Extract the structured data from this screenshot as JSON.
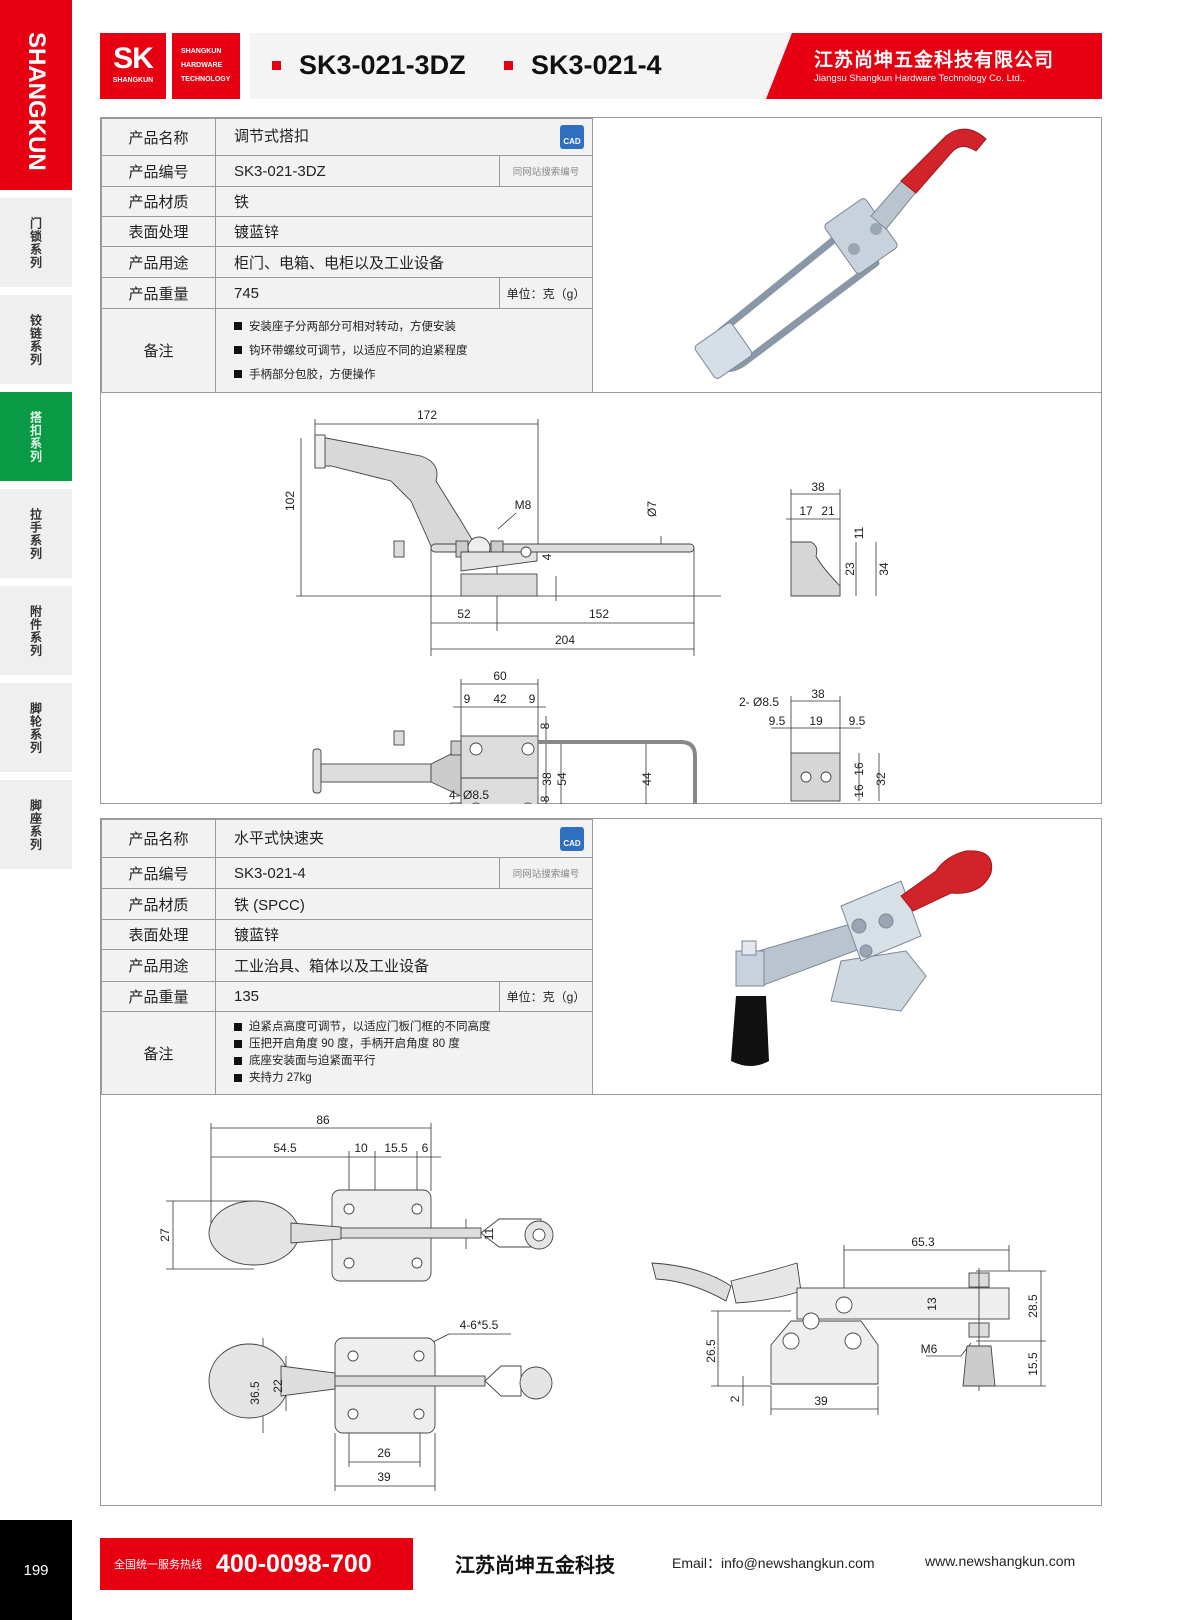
{
  "sidebar": {
    "brand": "SHANGKUN",
    "items": [
      "门锁系列",
      "铰链系列",
      "搭扣系列",
      "拉手系列",
      "附件系列",
      "脚轮系列",
      "脚座系列"
    ],
    "active_index": 2,
    "page_number": "199"
  },
  "header": {
    "logo_mark": "SK",
    "logo_sub": "SHANGKUN",
    "logo_lines": [
      "SHANGKUN",
      "HARDWARE",
      "TECHNOLOGY"
    ],
    "models": [
      "SK3-021-3DZ",
      "SK3-021-4"
    ],
    "company_cn": "江苏尚坤五金科技有限公司",
    "company_en": "Jiangsu Shangkun Hardware Technology Co. Ltd.."
  },
  "labels": {
    "name": "产品名称",
    "code": "产品编号",
    "material": "产品材质",
    "surface": "表面处理",
    "usage": "产品用途",
    "weight": "产品重量",
    "remarks": "备注",
    "search_note": "同网站搜索编号",
    "unit": "单位：克（g）",
    "cad": "CAD"
  },
  "products": [
    {
      "name": "调节式搭扣",
      "code": "SK3-021-3DZ",
      "material": "铁",
      "surface": "镀蓝锌",
      "usage": "柜门、电箱、电柜以及工业设备",
      "weight": "745",
      "remarks": [
        "安装座子分两部分可相对转动，方便安装",
        "钩环带螺纹可调节，以适应不同的迫紧程度",
        "手柄部分包胶，方便操作"
      ]
    },
    {
      "name": "水平式快速夹",
      "code": "SK3-021-4",
      "material": "铁 (SPCC)",
      "surface": "镀蓝锌",
      "usage": "工业治具、箱体以及工业设备",
      "weight": "135",
      "remarks": [
        "迫紧点高度可调节，以适应门板门框的不同高度",
        "压把开启角度 90 度，手柄开启角度 80 度",
        "底座安装面与迫紧面平行"
      ],
      "highlight_remark": "夹持力 27kg"
    }
  ],
  "drawing1": {
    "dims": [
      "172",
      "102",
      "M8",
      "Ø7",
      "4",
      "52",
      "152",
      "204",
      "38",
      "17",
      "21",
      "11",
      "23",
      "34",
      "60",
      "9",
      "42",
      "9",
      "8",
      "38",
      "54",
      "44",
      "8",
      "4- Ø8.5",
      "38",
      "9.5",
      "19",
      "9.5",
      "2- Ø8.5",
      "16",
      "16",
      "32"
    ]
  },
  "drawing2": {
    "dims": [
      "86",
      "54.5",
      "10",
      "15.5",
      "6",
      "27",
      "11",
      "4-6*5.5",
      "36.5",
      "22",
      "26",
      "39",
      "65.3",
      "13",
      "28.5",
      "15.5",
      "M6",
      "26.5",
      "2",
      "39"
    ]
  },
  "footer": {
    "hotline_label": "全国统一服务热线",
    "hotline": "400-0098-700",
    "company_short": "江苏尚坤五金科技",
    "email": "Email：info@newshangkun.com",
    "website": "www.newshangkun.com"
  },
  "colors": {
    "brand_red": "#e60012",
    "active_green": "#0a9a46",
    "cad_blue": "#2f6fc0"
  }
}
